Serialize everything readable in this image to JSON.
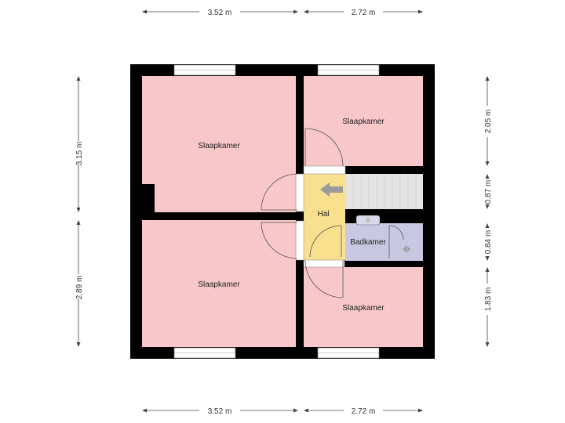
{
  "rooms": {
    "bedroom_top_left": "Slaapkamer",
    "bedroom_top_right": "Slaapkamer",
    "bedroom_bottom_left": "Slaapkamer",
    "bedroom_bottom_right": "Slaapkamer",
    "hall": "Hal",
    "bathroom": "Badkamer"
  },
  "dimensions": {
    "top_left": "3.52 m",
    "top_right": "2.72 m",
    "bottom_left": "3.52 m",
    "bottom_right": "2.72 m",
    "left_upper": "3.15 m",
    "left_lower": "2.89 m",
    "right_1": "2.05 m",
    "right_2": "0.87 m",
    "right_3": "0.84 m",
    "right_4": "1.83 m"
  },
  "colors": {
    "bedroom": "#f7c7c9",
    "hall": "#f8e08e",
    "bathroom": "#c8c9e0",
    "stairs": "#e4e4e4",
    "wall": "#000000",
    "arrow": "#9b9b9b"
  }
}
